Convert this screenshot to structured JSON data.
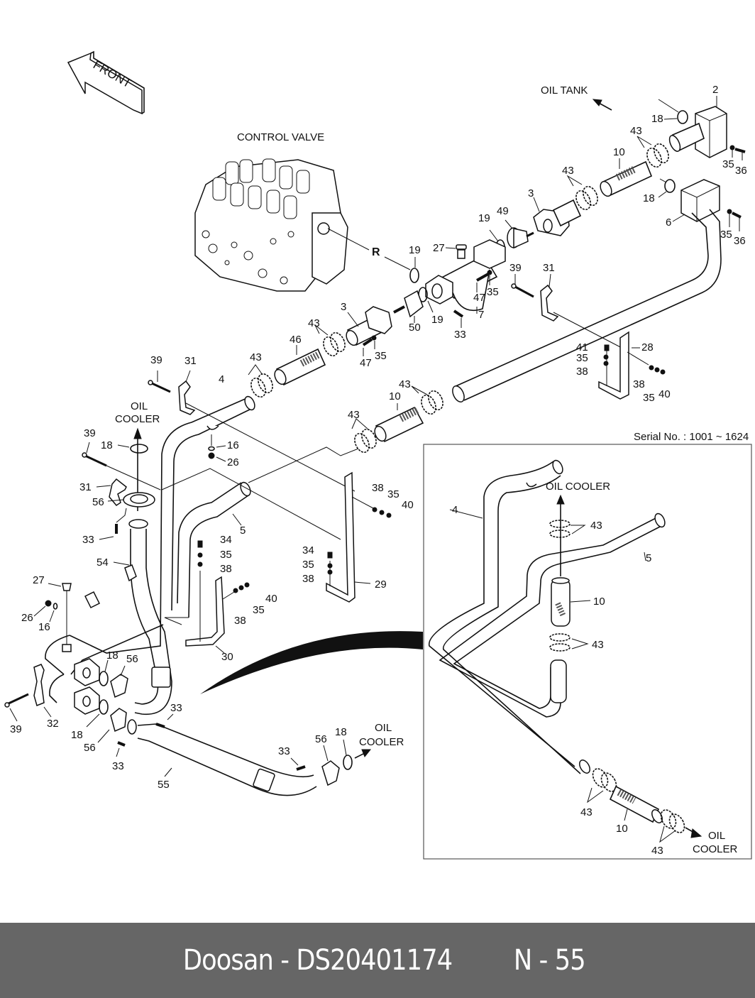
{
  "diagram": {
    "front_label": "FRONT",
    "labels": {
      "control_valve": "CONTROL VALVE",
      "oil_tank": "OIL TANK",
      "port_r": "R",
      "oil_cooler_left_1": "OIL",
      "oil_cooler_left_2": "COOLER",
      "oil_cooler_bottom_1": "OIL",
      "oil_cooler_bottom_2": "COOLER",
      "serial_no": "Serial No. : 1001 ~ 1624",
      "inset_oil_cooler_top": "OIL COOLER",
      "inset_oil_cooler_bottom_1": "OIL",
      "inset_oil_cooler_bottom_2": "COOLER"
    },
    "callouts": [
      {
        "id": "2",
        "text": "2"
      },
      {
        "id": "18a",
        "text": "18"
      },
      {
        "id": "43a",
        "text": "43"
      },
      {
        "id": "10a",
        "text": "10"
      },
      {
        "id": "35a",
        "text": "35"
      },
      {
        "id": "36a",
        "text": "36"
      },
      {
        "id": "43b",
        "text": "43"
      },
      {
        "id": "18b",
        "text": "18"
      },
      {
        "id": "3a",
        "text": "3"
      },
      {
        "id": "6",
        "text": "6"
      },
      {
        "id": "35b",
        "text": "35"
      },
      {
        "id": "36b",
        "text": "36"
      },
      {
        "id": "19a",
        "text": "19"
      },
      {
        "id": "49",
        "text": "49"
      },
      {
        "id": "19b",
        "text": "19"
      },
      {
        "id": "27a",
        "text": "27"
      },
      {
        "id": "47a",
        "text": "47"
      },
      {
        "id": "35c",
        "text": "35"
      },
      {
        "id": "39a",
        "text": "39"
      },
      {
        "id": "31a",
        "text": "31"
      },
      {
        "id": "7",
        "text": "7"
      },
      {
        "id": "3b",
        "text": "3"
      },
      {
        "id": "50",
        "text": "50"
      },
      {
        "id": "19c",
        "text": "19"
      },
      {
        "id": "33a",
        "text": "33"
      },
      {
        "id": "43c",
        "text": "43"
      },
      {
        "id": "46",
        "text": "46"
      },
      {
        "id": "47b",
        "text": "47"
      },
      {
        "id": "35d",
        "text": "35"
      },
      {
        "id": "41",
        "text": "41"
      },
      {
        "id": "35e",
        "text": "35"
      },
      {
        "id": "38a",
        "text": "38"
      },
      {
        "id": "28",
        "text": "28"
      },
      {
        "id": "38b",
        "text": "38"
      },
      {
        "id": "35f",
        "text": "35"
      },
      {
        "id": "40a",
        "text": "40"
      },
      {
        "id": "39b",
        "text": "39"
      },
      {
        "id": "31b",
        "text": "31"
      },
      {
        "id": "43d",
        "text": "43"
      },
      {
        "id": "4",
        "text": "4"
      },
      {
        "id": "43e",
        "text": "43"
      },
      {
        "id": "10b",
        "text": "10"
      },
      {
        "id": "43f",
        "text": "43"
      },
      {
        "id": "39c",
        "text": "39"
      },
      {
        "id": "18c",
        "text": "18"
      },
      {
        "id": "16a",
        "text": "16"
      },
      {
        "id": "26a",
        "text": "26"
      },
      {
        "id": "31c",
        "text": "31"
      },
      {
        "id": "56a",
        "text": "56"
      },
      {
        "id": "5",
        "text": "5"
      },
      {
        "id": "33b",
        "text": "33"
      },
      {
        "id": "38c",
        "text": "38"
      },
      {
        "id": "35g",
        "text": "35"
      },
      {
        "id": "40b",
        "text": "40"
      },
      {
        "id": "34a",
        "text": "34"
      },
      {
        "id": "35h",
        "text": "35"
      },
      {
        "id": "38d",
        "text": "38"
      },
      {
        "id": "54",
        "text": "54"
      },
      {
        "id": "34b",
        "text": "34"
      },
      {
        "id": "35i",
        "text": "35"
      },
      {
        "id": "38e",
        "text": "38"
      },
      {
        "id": "29",
        "text": "29"
      },
      {
        "id": "27b",
        "text": "27"
      },
      {
        "id": "40c",
        "text": "40"
      },
      {
        "id": "26b",
        "text": "26"
      },
      {
        "id": "16b",
        "text": "16"
      },
      {
        "id": "38f",
        "text": "38"
      },
      {
        "id": "35j",
        "text": "35"
      },
      {
        "id": "30",
        "text": "30"
      },
      {
        "id": "18d",
        "text": "18"
      },
      {
        "id": "56b",
        "text": "56"
      },
      {
        "id": "33c",
        "text": "33"
      },
      {
        "id": "39d",
        "text": "39"
      },
      {
        "id": "32",
        "text": "32"
      },
      {
        "id": "18e",
        "text": "18"
      },
      {
        "id": "56c",
        "text": "56"
      },
      {
        "id": "33d",
        "text": "33"
      },
      {
        "id": "55",
        "text": "55"
      },
      {
        "id": "33e",
        "text": "33"
      },
      {
        "id": "56d",
        "text": "56"
      },
      {
        "id": "18f",
        "text": "18"
      },
      {
        "id": "inset_4",
        "text": "4"
      },
      {
        "id": "inset_43a",
        "text": "43"
      },
      {
        "id": "inset_5",
        "text": "5"
      },
      {
        "id": "inset_10a",
        "text": "10"
      },
      {
        "id": "inset_43b",
        "text": "43"
      },
      {
        "id": "inset_43c",
        "text": "43"
      },
      {
        "id": "inset_10b",
        "text": "10"
      },
      {
        "id": "inset_43d",
        "text": "43"
      }
    ]
  },
  "footer": {
    "brand": "Doosan - DS20401174",
    "page": "N - 55"
  }
}
